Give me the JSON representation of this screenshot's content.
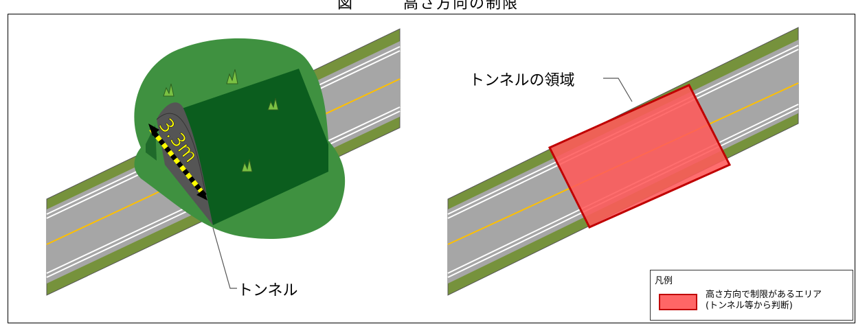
{
  "title": "図　　　高さ方向の制限",
  "labels": {
    "tunnel": "トンネル",
    "tunnel_area": "トンネルの領域",
    "clearance": "3.3m"
  },
  "legend": {
    "title": "凡例",
    "item_label_line1": "高さ方向で制限があるエリア",
    "item_label_line2": "(トンネル等から判断)"
  },
  "colors": {
    "grass": "#76923c",
    "road": "#a6a6a6",
    "center_line": "#ffc000",
    "hill": "#3f9140",
    "tunnel_body": "#0b5d1e",
    "restricted_fill": "#ff5a5a",
    "restricted_border": "#c00000"
  }
}
